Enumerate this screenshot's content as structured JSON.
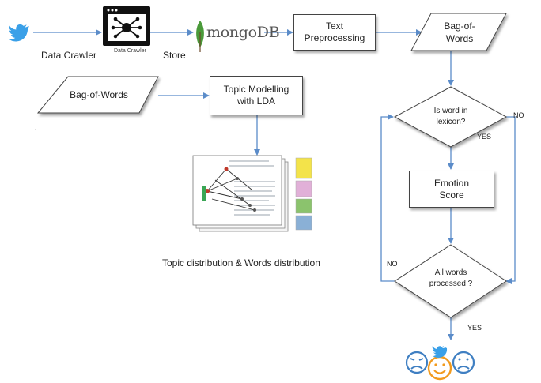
{
  "nodes": {
    "data_crawler_label": "Data Crawler",
    "crawler_icon_caption": "Data Crawler",
    "store_label": "Store",
    "mongodb_logo": "mongoDB",
    "text_preprocessing": "Text Preprocessing",
    "bag_of_words_top": "Bag-of-Words",
    "bag_of_words_left": "Bag-of-Words",
    "topic_modelling": "Topic Modelling with LDA",
    "decision_lexicon": "Is word in lexicon?",
    "emotion_score": "Emotion Score",
    "decision_all_processed": "All words processed ?",
    "topic_distribution_caption": "Topic distribution & Words distribution"
  },
  "edge_labels": {
    "yes_1": "YES",
    "no_1": "NO",
    "no_2": "NO",
    "yes_2": "YES"
  },
  "icons": [
    "twitter-bird-icon",
    "crawler-window-icon",
    "mongodb-leaf-icon",
    "lda-document-thumbnail",
    "emotion-faces-icon"
  ],
  "colors": {
    "arrow": "#5b8cc9",
    "twitter_blue": "#3aa0e8",
    "mongo_green": "#4a9a3a",
    "face_blue": "#3f7fc2",
    "face_orange": "#f29b1e"
  }
}
